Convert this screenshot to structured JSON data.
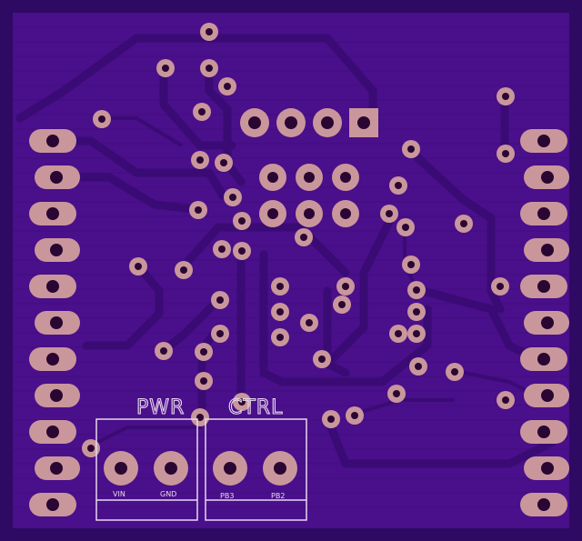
{
  "board": {
    "colors": {
      "background": "#2e0a63",
      "board_fill": "#4a0f8a",
      "copper_trace": "#3f0c7c",
      "pad_copper": "#c9979b",
      "drill_hole": "#2a0633",
      "silkscreen": "#e8d8ec"
    },
    "silkscreen": {
      "pwr_label": "PWR",
      "ctrl_label": "CTRL",
      "vin_label": "VIN",
      "gnd_label": "GND",
      "pb3_label": "PB3",
      "pb2_label": "PB2"
    }
  }
}
